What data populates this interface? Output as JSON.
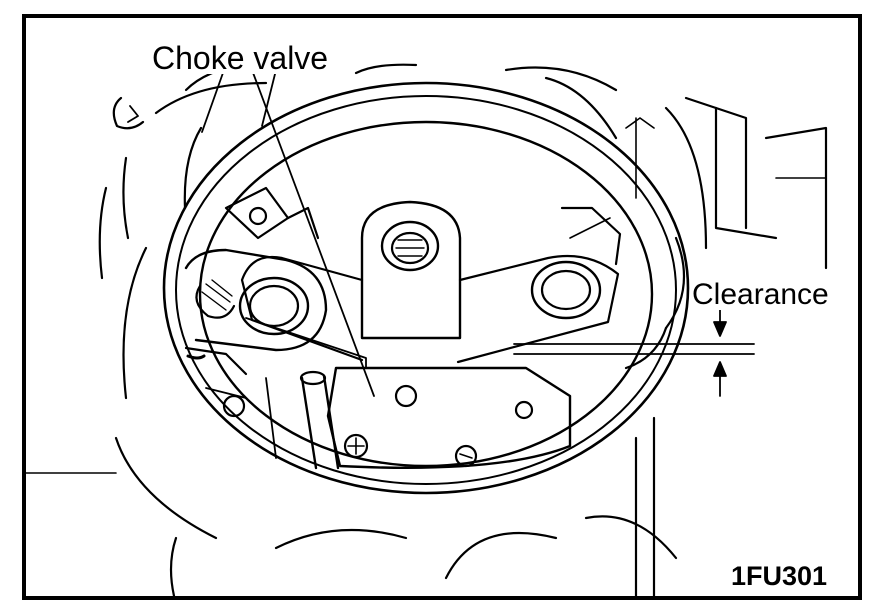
{
  "labels": {
    "choke_valve": "Choke valve",
    "clearance": "Clearance",
    "figure_id": "1FU301"
  },
  "colors": {
    "ink": "#000000",
    "paper": "#ffffff"
  }
}
